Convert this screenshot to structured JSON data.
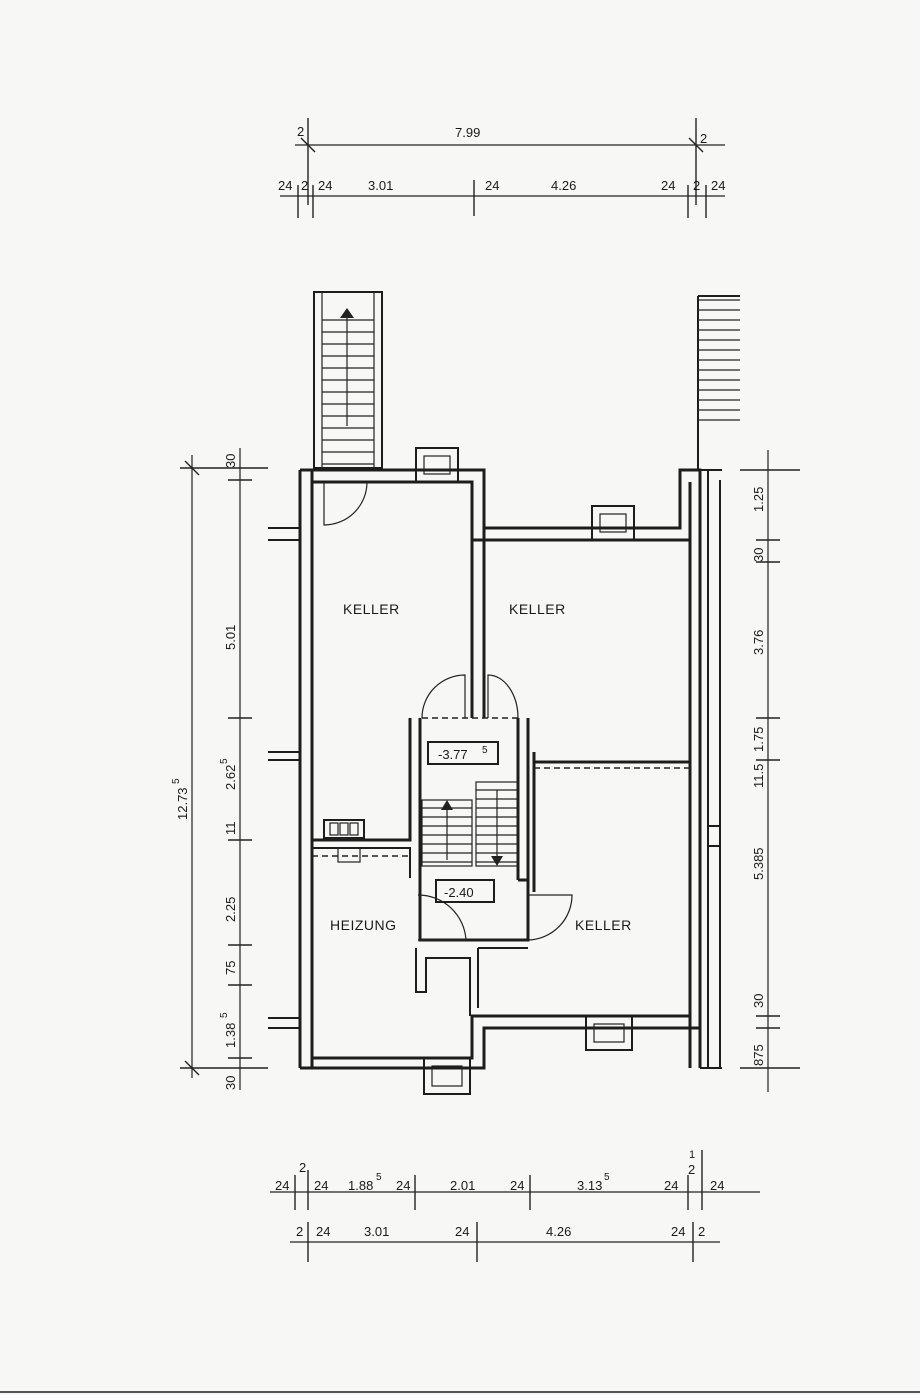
{
  "rooms": {
    "keller_left": "KELLER",
    "keller_right_top": "KELLER",
    "keller_right_bottom": "KELLER",
    "heizung": "HEIZUNG"
  },
  "levels": {
    "upper": "-3.77",
    "upper_sup": "5",
    "lower": "-2.40"
  },
  "dims_top": {
    "overall": "7.99",
    "end_left": "2",
    "end_right": "2",
    "row2": [
      "24",
      "2",
      "24",
      "3.01",
      "24",
      "4.26",
      "24",
      "2",
      "24"
    ]
  },
  "dims_bottom": {
    "row1": [
      "24",
      "2",
      "24",
      "1.88",
      "24",
      "2.01",
      "24",
      "3.13",
      "24",
      "2",
      "24"
    ],
    "row1_sup_a": "5",
    "row1_sup_b": "5",
    "row1_top_mark": "1",
    "row2": [
      "2",
      "24",
      "3.01",
      "24",
      "4.26",
      "24",
      "2"
    ]
  },
  "dims_left": {
    "overall": "12.73",
    "overall_sup": "5",
    "segments": [
      "30",
      "5.01",
      "2.62",
      "11",
      "2.25",
      "75",
      "1.38",
      "30"
    ],
    "seg_sup_a": "5",
    "seg_sup_b": "5"
  },
  "dims_right": {
    "segments": [
      "1.25",
      "30",
      "3.76",
      "1.75",
      "11.5",
      "5.385",
      "30",
      "875"
    ]
  },
  "colors": {
    "ink": "#1d1d1d",
    "paper": "#f7f7f5"
  }
}
